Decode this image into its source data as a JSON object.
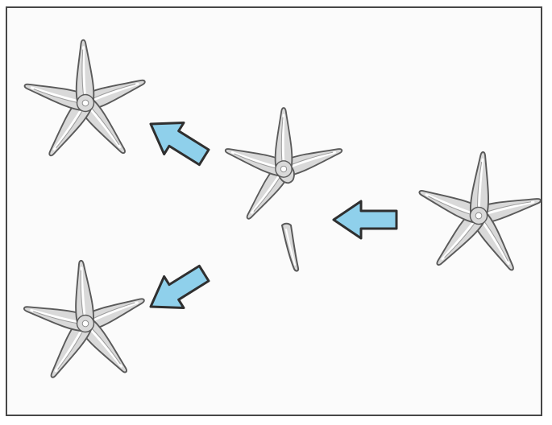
{
  "diagram": {
    "description_text": "",
    "colors": {
      "border": "#474747",
      "starfish_outline": "#5a5a5a",
      "starfish_fill": "#d9d9d9",
      "starfish_highlight": "#ffffff",
      "arrow_fill": "#8fd0eb",
      "arrow_stroke": "#2f2f2f"
    },
    "items": [
      {
        "name": "starfish-original",
        "icon": "starfish-icon"
      },
      {
        "name": "starfish-middle",
        "icon": "starfish-icon"
      },
      {
        "name": "starfish-top-left",
        "icon": "starfish-icon"
      },
      {
        "name": "starfish-bottom-left",
        "icon": "starfish-icon"
      },
      {
        "name": "detached-arm",
        "icon": "starfish-arm-icon"
      }
    ],
    "arrows": [
      {
        "name": "arrow-right-to-middle",
        "direction": "left"
      },
      {
        "name": "arrow-middle-to-top-left",
        "direction": "up-left"
      },
      {
        "name": "arrow-arm-to-bottom-left",
        "direction": "down-left"
      }
    ]
  }
}
